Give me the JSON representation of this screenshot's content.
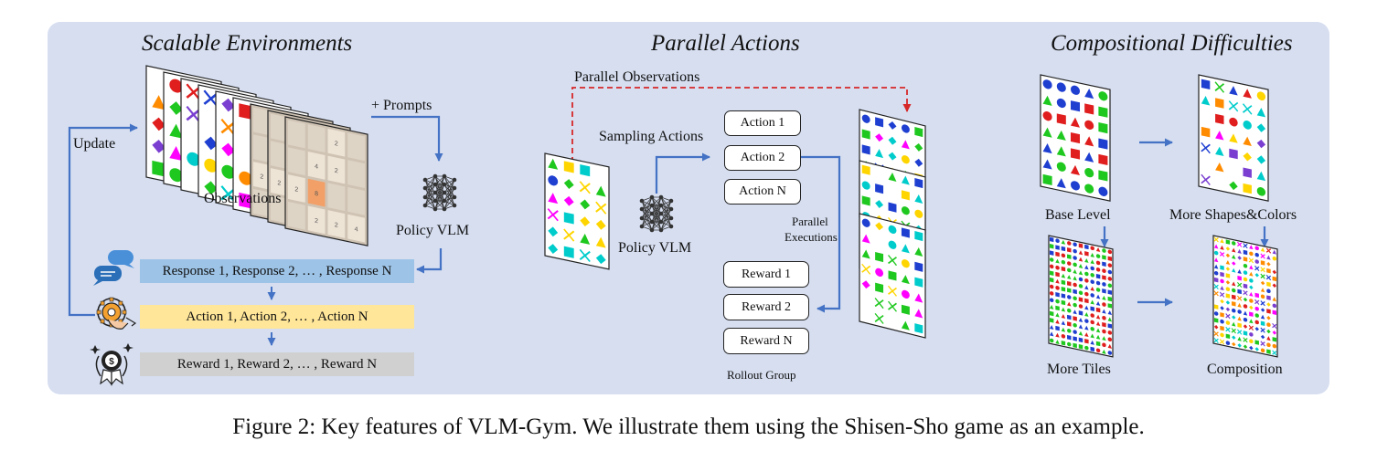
{
  "sections": {
    "scalable": "Scalable Environments",
    "parallel": "Parallel Actions",
    "compositional": "Compositional Difficulties"
  },
  "left": {
    "update": "Update",
    "prompts": "+ Prompts",
    "observations": "Observations",
    "policy": "Policy VLM",
    "responses": "Response 1, Response 2, … , Response N",
    "actions": "Action 1, Action 2, … , Action N",
    "rewards": "Reward 1, Reward 2, … , Reward N",
    "tile_numbers": [
      "2",
      "2",
      "4",
      "8",
      "2",
      "2",
      "2",
      "2",
      "4"
    ]
  },
  "middle": {
    "parallel_observations": "Parallel Observations",
    "sampling": "Sampling Actions",
    "policy": "Policy VLM",
    "actions": [
      "Action 1",
      "Action 2",
      "Action N"
    ],
    "executions_1": "Parallel",
    "executions_2": "Executions",
    "rewards": [
      "Reward 1",
      "Reward 2",
      "Reward N"
    ],
    "rollout": "Rollout Group"
  },
  "right": {
    "base": "Base Level",
    "shapes": "More Shapes&Colors",
    "tiles": "More Tiles",
    "composition": "Composition"
  },
  "colors": {
    "panel": "#d6def0",
    "arrow": "#4472c4",
    "dashed": "#d62728",
    "response_bar": "#9dc3e6",
    "action_bar": "#ffe699",
    "reward_bar": "#d0d0d0"
  },
  "icons": [
    "chat-bubbles-icon",
    "gear-hand-icon",
    "money-medal-icon",
    "neural-network-icon"
  ],
  "caption": "Figure 2: Key features of VLM-Gym. We illustrate them using the Shisen-Sho game as an example."
}
